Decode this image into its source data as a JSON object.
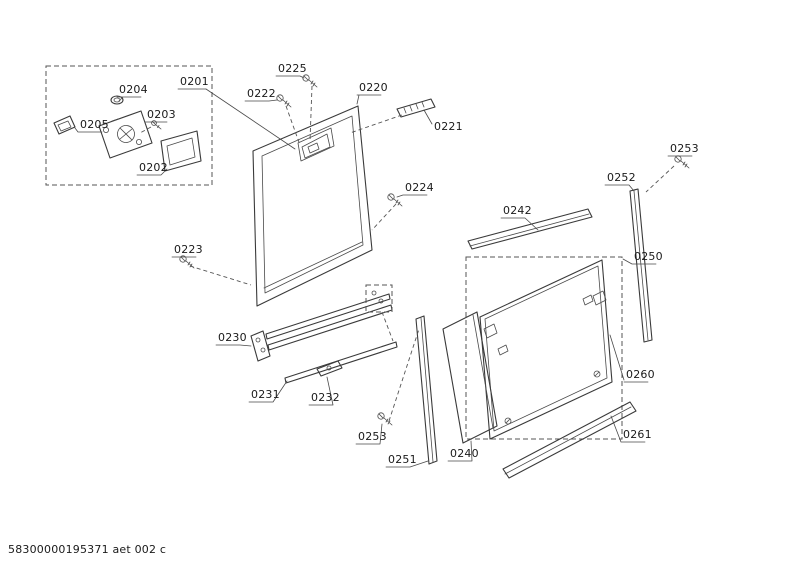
{
  "labels": {
    "p0201": "0201",
    "p0202": "0202",
    "p0203": "0203",
    "p0204": "0204",
    "p0205": "0205",
    "p0220": "0220",
    "p0221": "0221",
    "p0222": "0222",
    "p0223": "0223",
    "p0224": "0224",
    "p0225": "0225",
    "p0230": "0230",
    "p0231": "0231",
    "p0232": "0232",
    "p0240": "0240",
    "p0242": "0242",
    "p0250": "0250",
    "p0251": "0251",
    "p0252": "0252",
    "p0253_top": "0253",
    "p0253_bottom": "0253",
    "p0260": "0260",
    "p0261": "0261"
  },
  "footer": "58300000195371 aet 002 c",
  "diagram": {
    "type": "exploded-parts-diagram",
    "line_color": "#3a3a3a",
    "background_color": "#ffffff"
  }
}
